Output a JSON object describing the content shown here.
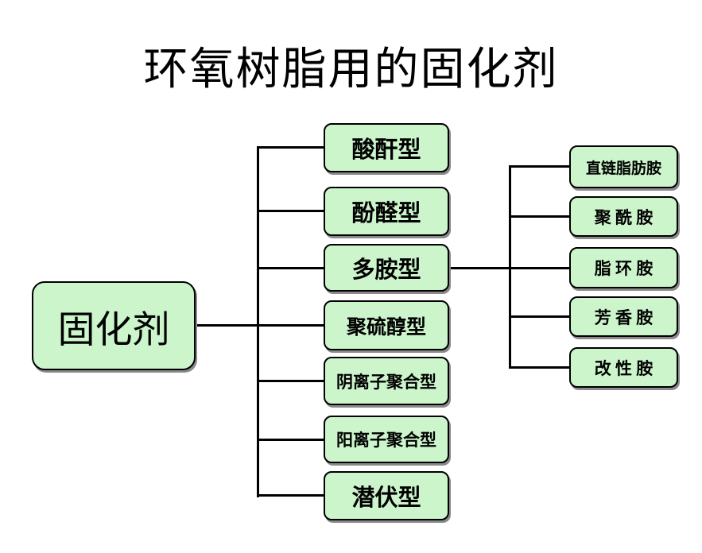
{
  "title": "环氧树脂用的固化剂",
  "root": {
    "label": "固化剂"
  },
  "level1": [
    {
      "label": "酸酐型"
    },
    {
      "label": "酚醛型"
    },
    {
      "label": "多胺型"
    },
    {
      "label": "聚硫醇型"
    },
    {
      "label": "阴离子聚合型"
    },
    {
      "label": "阳离子聚合型"
    },
    {
      "label": "潜伏型"
    }
  ],
  "level2": [
    {
      "label": "直链脂肪胺"
    },
    {
      "label": "聚 酰 胺"
    },
    {
      "label": "脂 环 胺"
    },
    {
      "label": "芳 香 胺"
    },
    {
      "label": "改 性 胺"
    }
  ],
  "colors": {
    "background": "#ffffff",
    "node_fill": "#ccf5cc",
    "node_border": "#000000",
    "node_shadow": "#8a8a8a",
    "connector": "#000000"
  }
}
